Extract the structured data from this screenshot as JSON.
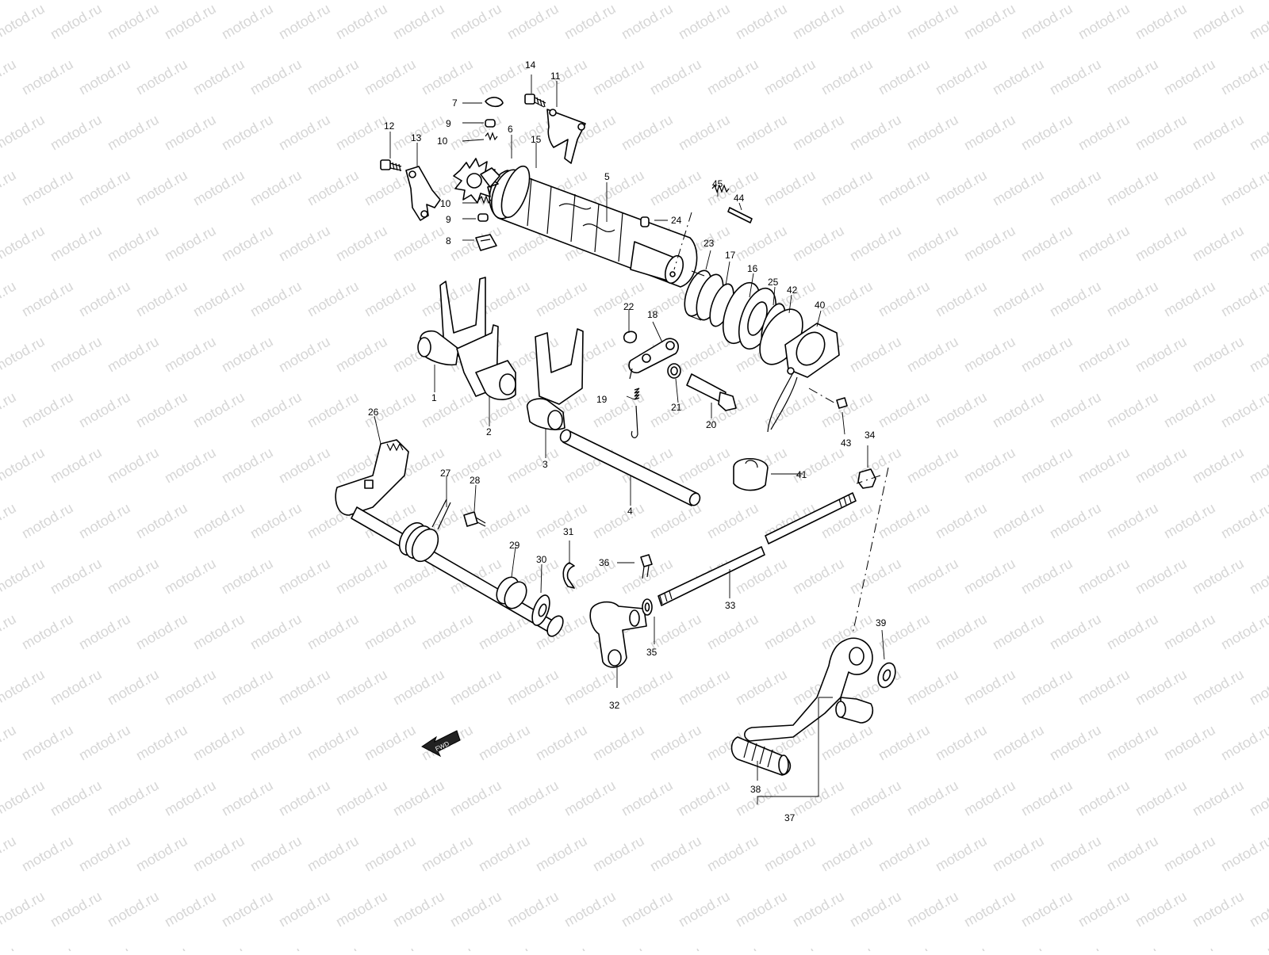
{
  "watermark": {
    "text": "motod.ru"
  },
  "fwd_arrow": {
    "text": "FWD"
  },
  "callouts": [
    {
      "id": "1",
      "text": "1"
    },
    {
      "id": "2",
      "text": "2"
    },
    {
      "id": "3",
      "text": "3"
    },
    {
      "id": "4",
      "text": "4"
    },
    {
      "id": "5",
      "text": "5"
    },
    {
      "id": "6",
      "text": "6"
    },
    {
      "id": "7",
      "text": "7"
    },
    {
      "id": "8",
      "text": "8"
    },
    {
      "id": "9a",
      "text": "9"
    },
    {
      "id": "9b",
      "text": "9"
    },
    {
      "id": "10a",
      "text": "10"
    },
    {
      "id": "10b",
      "text": "10"
    },
    {
      "id": "11",
      "text": "11"
    },
    {
      "id": "12",
      "text": "12"
    },
    {
      "id": "13",
      "text": "13"
    },
    {
      "id": "14",
      "text": "14"
    },
    {
      "id": "15",
      "text": "15"
    },
    {
      "id": "16",
      "text": "16"
    },
    {
      "id": "17",
      "text": "17"
    },
    {
      "id": "18",
      "text": "18"
    },
    {
      "id": "19",
      "text": "19"
    },
    {
      "id": "20",
      "text": "20"
    },
    {
      "id": "21",
      "text": "21"
    },
    {
      "id": "22",
      "text": "22"
    },
    {
      "id": "23",
      "text": "23"
    },
    {
      "id": "24",
      "text": "24"
    },
    {
      "id": "25",
      "text": "25"
    },
    {
      "id": "26",
      "text": "26"
    },
    {
      "id": "27",
      "text": "27"
    },
    {
      "id": "28",
      "text": "28"
    },
    {
      "id": "29",
      "text": "29"
    },
    {
      "id": "30",
      "text": "30"
    },
    {
      "id": "31",
      "text": "31"
    },
    {
      "id": "32",
      "text": "32"
    },
    {
      "id": "33",
      "text": "33"
    },
    {
      "id": "34",
      "text": "34"
    },
    {
      "id": "35",
      "text": "35"
    },
    {
      "id": "36",
      "text": "36"
    },
    {
      "id": "37",
      "text": "37"
    },
    {
      "id": "38",
      "text": "38"
    },
    {
      "id": "39",
      "text": "39"
    },
    {
      "id": "40",
      "text": "40"
    },
    {
      "id": "41",
      "text": "41"
    },
    {
      "id": "42",
      "text": "42"
    },
    {
      "id": "43",
      "text": "43"
    },
    {
      "id": "44",
      "text": "44"
    },
    {
      "id": "45",
      "text": "45"
    }
  ]
}
